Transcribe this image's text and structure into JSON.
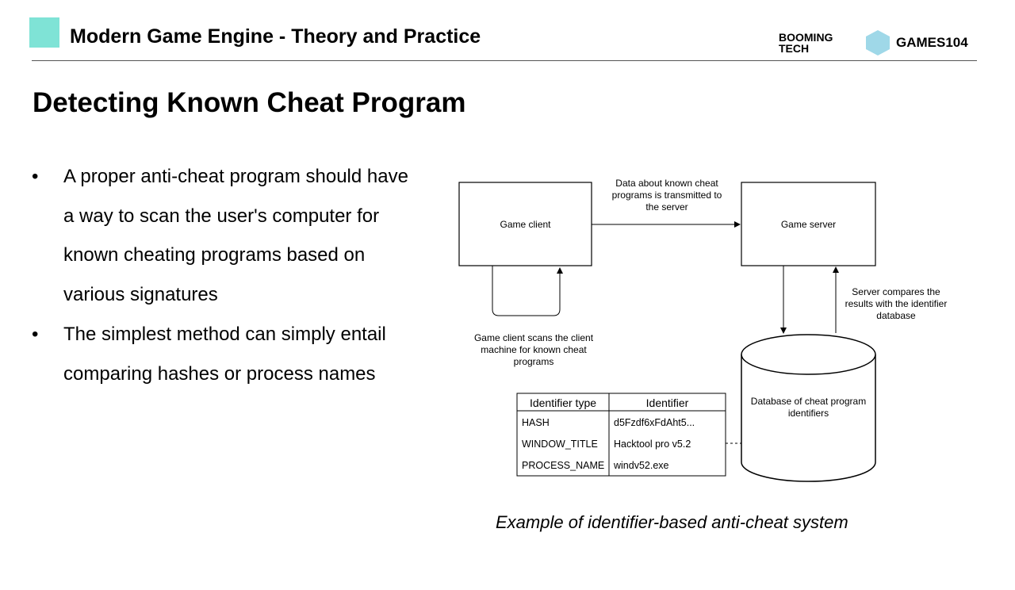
{
  "header": {
    "title": "Modern Game Engine - Theory and Practice",
    "brand_left": "BOOMING TECH",
    "brand_right": "GAMES104"
  },
  "slide": {
    "title": "Detecting Known Cheat Program",
    "bullets": [
      "A proper anti-cheat program should have a way to scan the user's computer for known cheating programs based on various signatures",
      "The simplest method can simply entail comparing hashes or process names"
    ]
  },
  "diagram": {
    "client": "Game client",
    "server": "Game server",
    "transmit_label": "Data about known cheat programs is transmitted to the server",
    "scan_label": "Game client scans the client machine for known cheat programs",
    "compare_label": "Server compares the results with the identifier database",
    "database": "Database of cheat program identifiers",
    "table": {
      "headers": [
        "Identifier type",
        "Identifier"
      ],
      "rows": [
        [
          "HASH",
          "d5Fzdf6xFdAht5..."
        ],
        [
          "WINDOW_TITLE",
          "Hacktool pro v5.2"
        ],
        [
          "PROCESS_NAME",
          "windv52.exe"
        ]
      ]
    }
  },
  "caption": "Example of identifier-based anti-cheat system"
}
